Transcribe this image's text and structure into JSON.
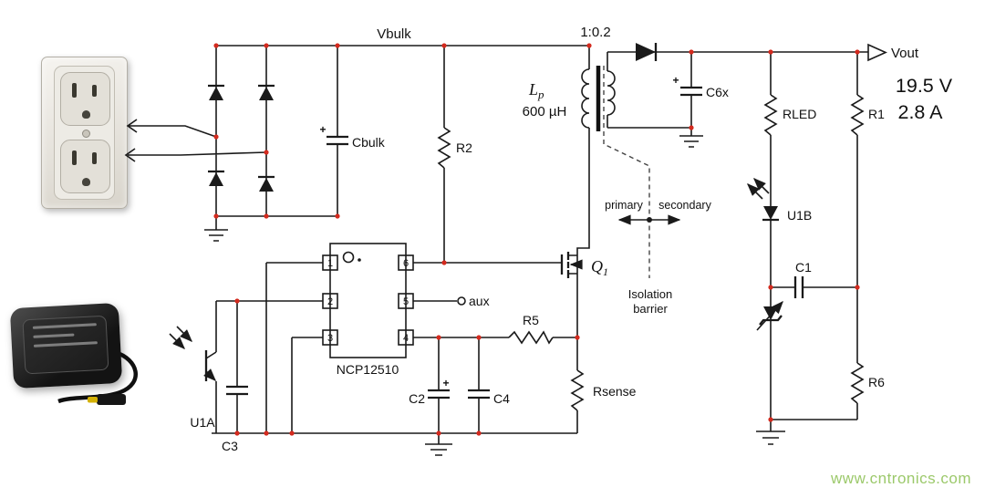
{
  "diagram": {
    "rails": {
      "vbulk": "Vbulk"
    },
    "transformer": {
      "ratio": "1:0.2",
      "lp_symbol": "L",
      "lp_sub": "p",
      "lp_value": "600 µH"
    },
    "controller": {
      "name": "NCP12510",
      "pins_left": [
        "1",
        "2",
        "3"
      ],
      "pins_right": [
        "6",
        "5",
        "4"
      ],
      "aux": "aux"
    },
    "primary_side": {
      "cbulk": "Cbulk",
      "r2": "R2",
      "r5": "R5",
      "rsense": "Rsense",
      "c2": "C2",
      "c4": "C4",
      "c3": "C3",
      "u1a": "U1A",
      "q_symbol": "Q",
      "q_sub": "1"
    },
    "secondary_side": {
      "c6x": "C6x",
      "rled": "RLED",
      "r1": "R1",
      "r6": "R6",
      "c1": "C1",
      "u1b": "U1B"
    },
    "output": {
      "label": "Vout",
      "voltage": "19.5 V",
      "current": "2.8 A"
    },
    "barrier": {
      "primary": "primary",
      "secondary": "secondary",
      "caption_1": "Isolation",
      "caption_2": "barrier"
    },
    "symbols": {
      "plus": "+"
    },
    "colors": {
      "junction_dot": "#d42a1e"
    }
  },
  "watermark": {
    "text": "www.cntronics.com",
    "color": "#9cc96b"
  }
}
